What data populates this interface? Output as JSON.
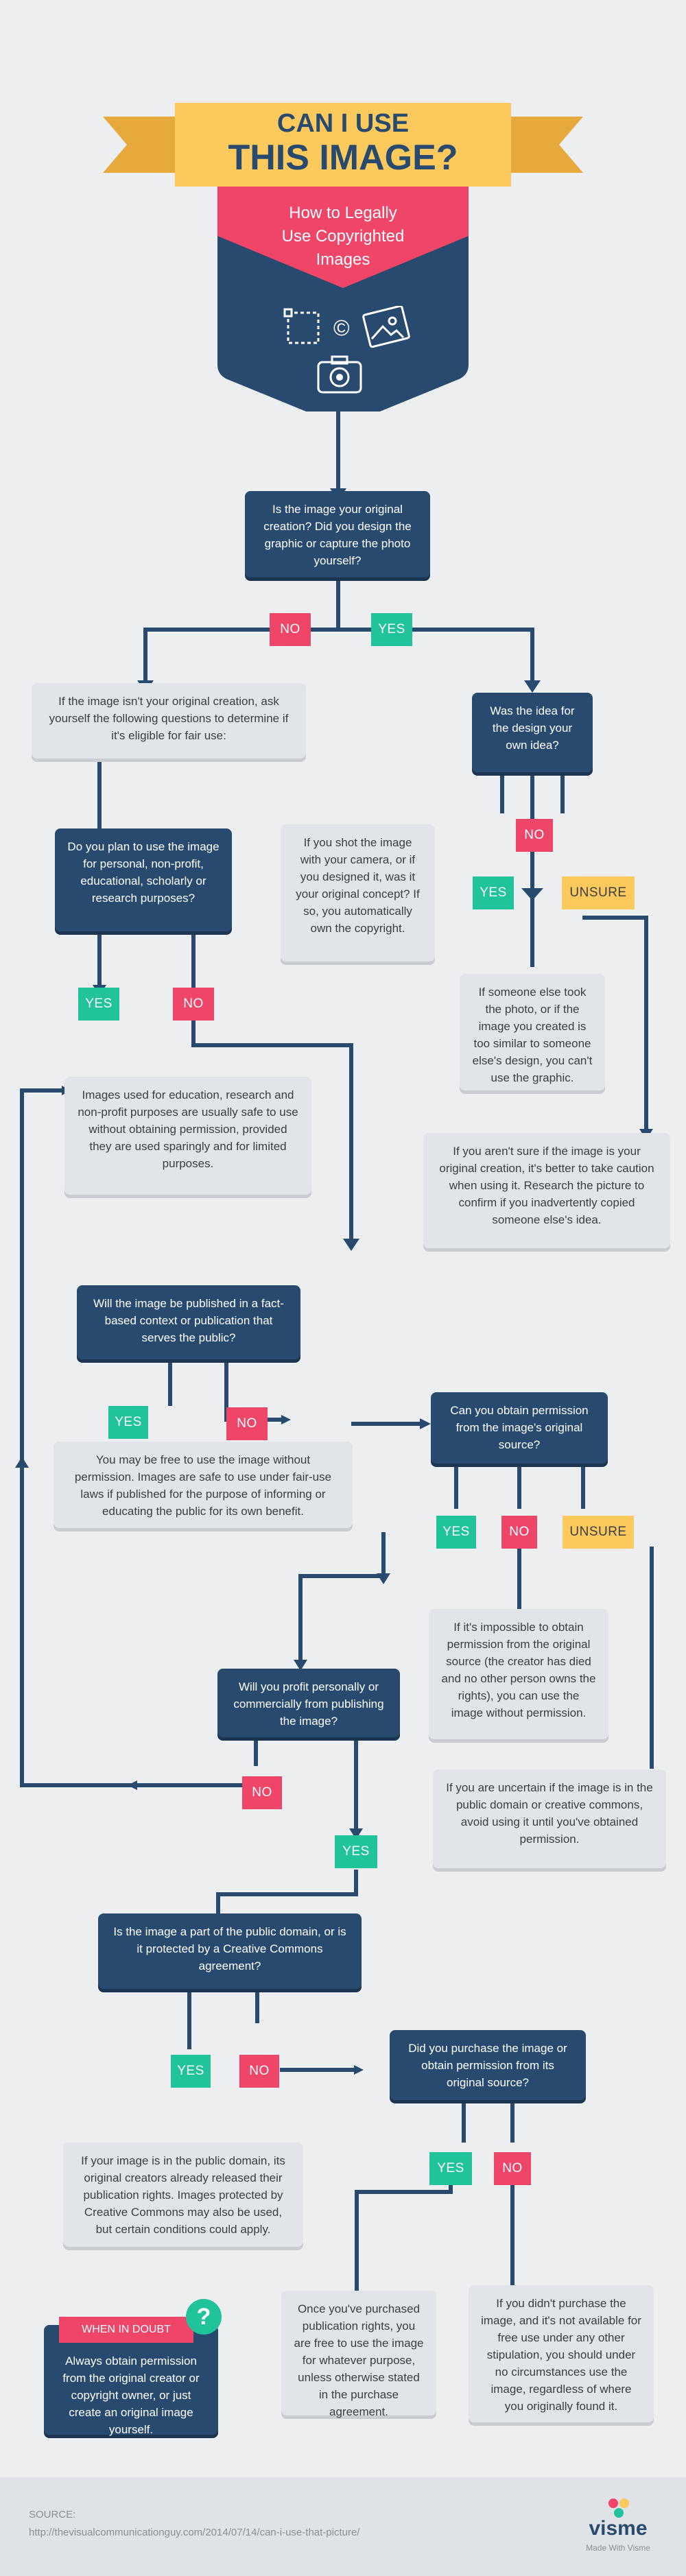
{
  "header": {
    "title_line1": "CAN I USE",
    "title_line2": "THIS IMAGE?",
    "subtitle": "How to Legally Use Copyrighted Images"
  },
  "nodes": {
    "q_original": "Is the image your original creation? Did you design the graphic or capture the photo yourself?",
    "fair_use_intro": "If the image isn't your original creation, ask yourself the following questions to determine if it's eligible for fair use:",
    "q_idea": "Was the idea for the design your own idea?",
    "q_personal_use": "Do you plan to use the image for personal, non-profit, educational, scholarly or research purposes?",
    "shot_yourself": "If you shot the image with your camera, or if you designed it, was it your original concept? If so, you automatically own the copyright.",
    "someone_else": "If someone else took the photo, or if the image you created is too similar to someone else's design, you can't use the graphic.",
    "education_safe": "Images used for education, research and non-profit purposes are usually safe to use without obtaining permission, provided they are used sparingly and for limited purposes.",
    "not_sure_original": "If you aren't sure if the image is your original creation, it's better to take caution when using it. Research the picture to confirm if you inadvertently copied someone else's idea.",
    "q_fact_based": "Will the image be published in a fact-based context or publication that serves the public?",
    "q_obtain_permission": "Can you obtain permission from the image's original source?",
    "may_be_free": "You may be free to use the image without permission. Images are safe to use under fair-use laws if published for the purpose of informing or educating the public for its own benefit.",
    "impossible_permission": "If it's impossible to obtain permission from the original source (the creator has died and no other person owns the rights), you can use the image without permission.",
    "q_profit": "Will you profit personally or commercially from publishing the image?",
    "uncertain_public": "If you are uncertain if the image is in the public domain or creative commons, avoid using it until you've obtained permission.",
    "q_public_domain": "Is the image a part of the public domain, or is it protected by a Creative Commons agreement?",
    "q_purchase": "Did you purchase the image or obtain permission from its original source?",
    "public_domain_info": "If your image is in the public domain, its original creators already released their publication rights. Images protected by Creative Commons may also be used, but certain conditions could apply.",
    "purchased_rights": "Once you've purchased publication rights, you are free to use the image for whatever purpose, unless otherwise stated in the purchase agreement.",
    "not_purchased": "If you didn't purchase the image, and it's not available for free use under any other stipulation, you should under no circumstances use the image, regardless of where you originally found it."
  },
  "labels": {
    "yes": "YES",
    "no": "NO",
    "unsure": "UNSURE"
  },
  "doubt": {
    "title": "WHEN IN DOUBT",
    "badge": "?",
    "text": "Always obtain permission from the original creator or copyright owner, or just create an original image yourself."
  },
  "footer": {
    "source_label": "SOURCE:",
    "source_url": "http://thevisualcommunicationguy.com/2014/07/14/can-i-use-that-picture/",
    "brand": "visme",
    "brand_tagline": "Made With Visme"
  },
  "colors": {
    "navy": "#274a6e",
    "yes_green": "#20c39a",
    "no_red": "#ef4568",
    "unsure_yellow": "#fbc95c",
    "banner_yellow": "#fbc95c",
    "subtitle_pink": "#ef4568",
    "background": "#edeef0"
  },
  "icons": [
    "crop-icon",
    "copyright-icon",
    "image-icon",
    "camera-icon",
    "question-mark-icon",
    "visme-logo-icon"
  ]
}
